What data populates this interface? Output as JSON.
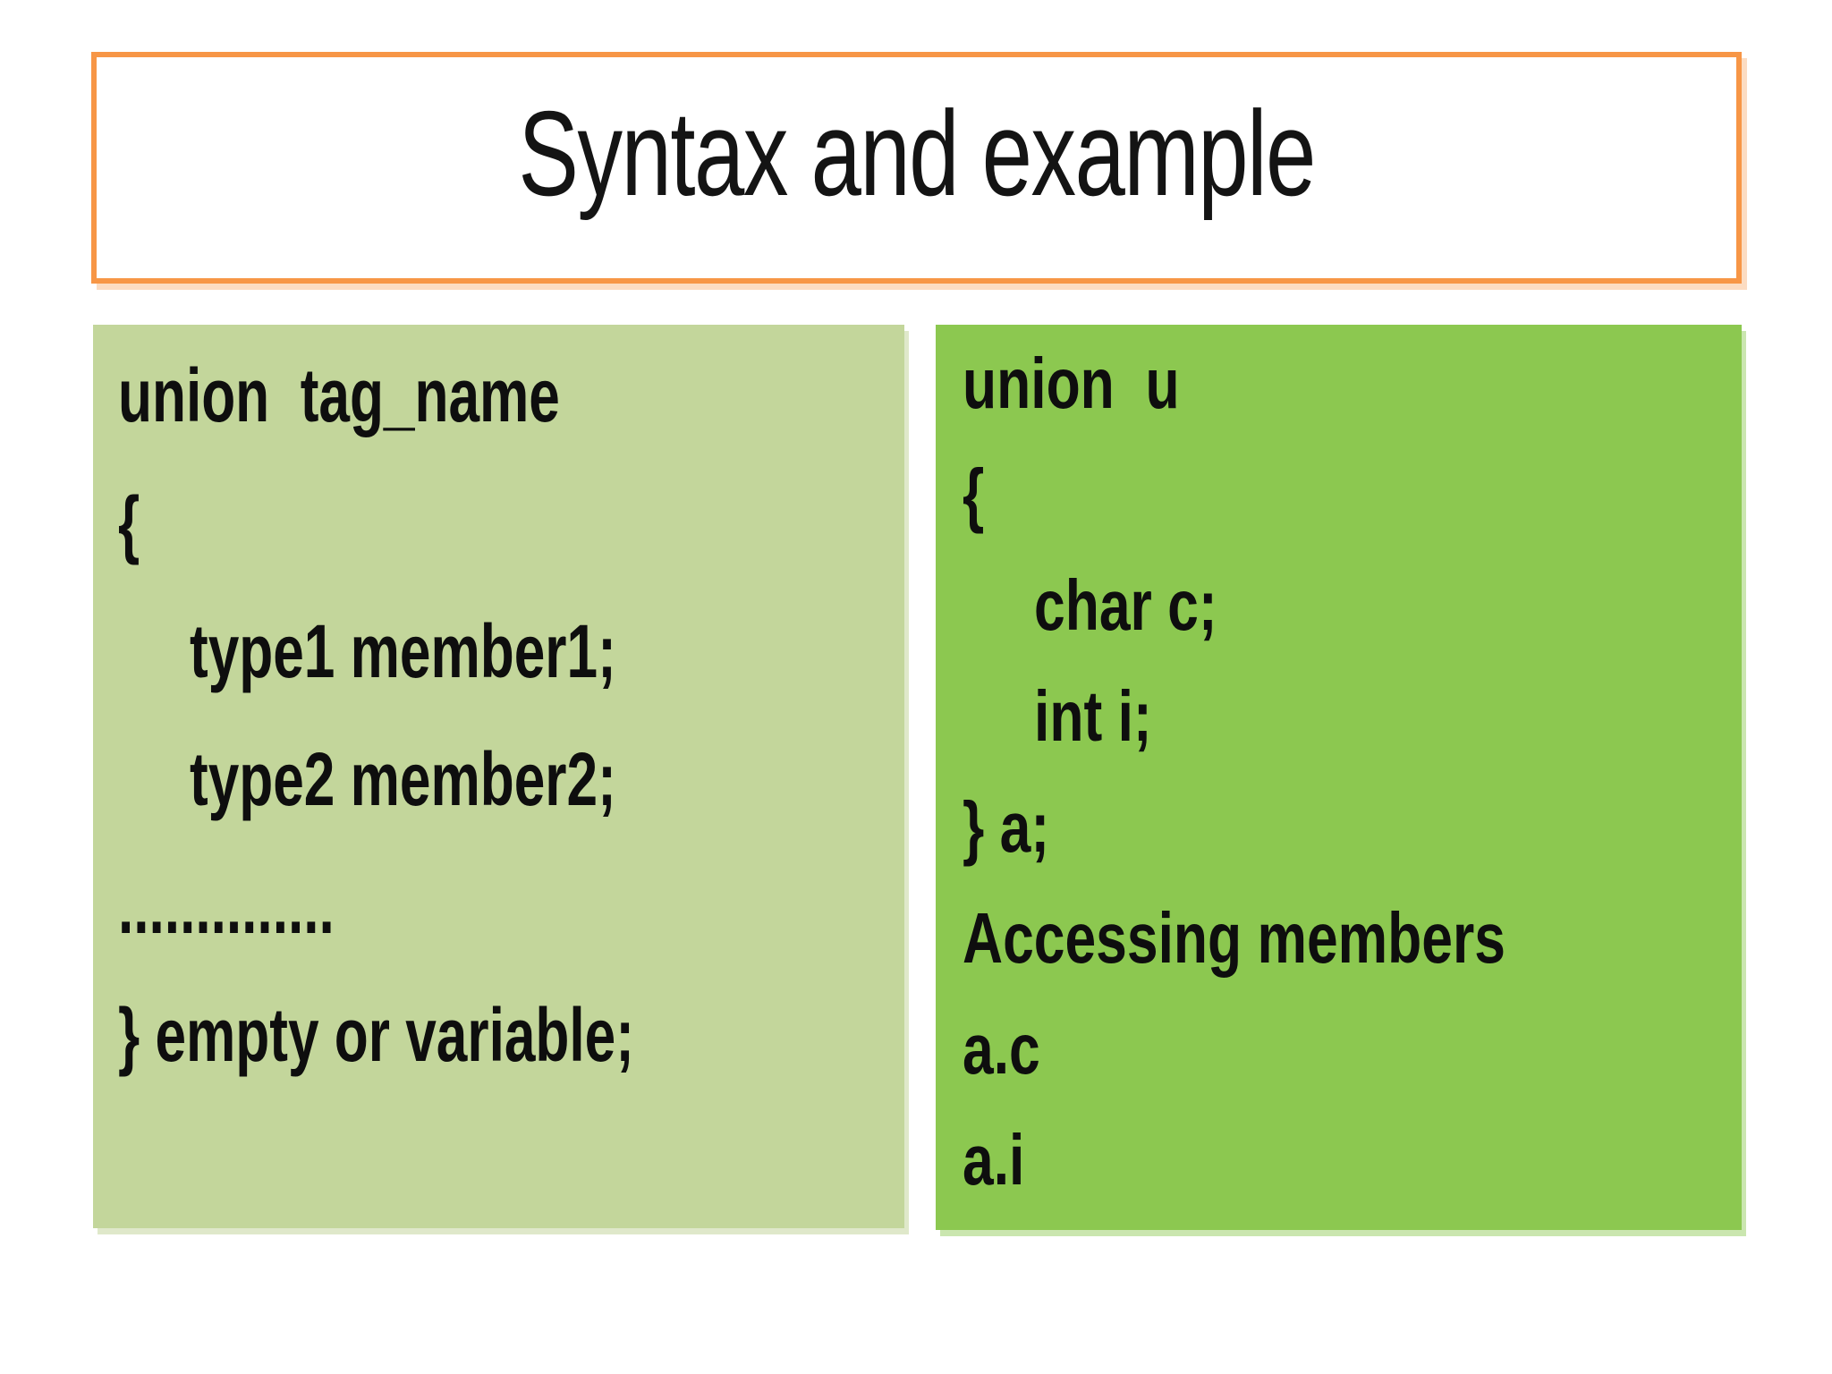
{
  "slide": {
    "title": "Syntax and example",
    "colors": {
      "accent_orange": "#F79646",
      "syntax_panel_bg": "#C3D69B",
      "example_panel_bg": "#8CC850",
      "text_color": "#0E0E0E",
      "page_bg": "#FFFFFF"
    },
    "syntax_box": {
      "lines": [
        {
          "text": "union  tag_name",
          "indent": false
        },
        {
          "text": "{",
          "indent": false
        },
        {
          "text": "type1 member1;",
          "indent": true
        },
        {
          "text": "type2 member2;",
          "indent": true
        },
        {
          "text": "..............",
          "indent": false
        },
        {
          "text": "} empty or variable;",
          "indent": false
        }
      ]
    },
    "example_box": {
      "lines": [
        {
          "text": "union  u",
          "indent": false
        },
        {
          "text": "{",
          "indent": false
        },
        {
          "text": "char c;",
          "indent": true
        },
        {
          "text": "int i;",
          "indent": true
        },
        {
          "text": "} a;",
          "indent": false
        },
        {
          "text": "Accessing members",
          "indent": false
        },
        {
          "text": "a.c",
          "indent": false
        },
        {
          "text": "a.i",
          "indent": false
        }
      ]
    }
  }
}
